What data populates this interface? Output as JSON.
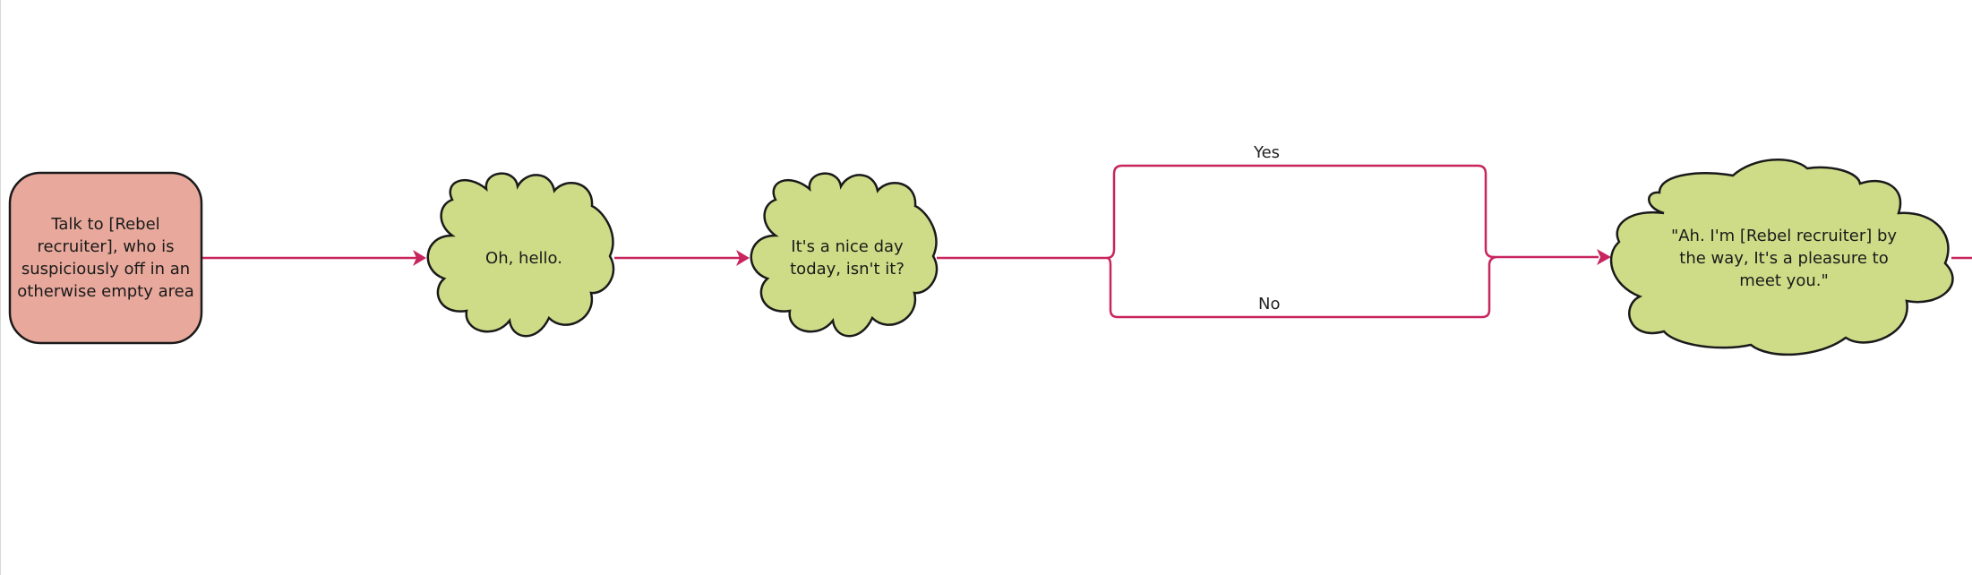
{
  "colors": {
    "start_fill": "#e8a99c",
    "cloud_fill": "#cfdc87",
    "outline": "#1a1a1a",
    "connector": "#c8255f",
    "text": "#1a1a1a"
  },
  "nodes": {
    "start": {
      "text": "Talk to [Rebel recruiter], who is suspiciously off in an otherwise empty area",
      "shape": "rounded-rectangle"
    },
    "greeting": {
      "text": "Oh, hello.",
      "shape": "cloud"
    },
    "nice_day": {
      "text": "It's a nice day today, isn't it?",
      "shape": "cloud"
    },
    "introduction": {
      "text": "\"Ah. I'm [Rebel recruiter] by the way, It's a pleasure to meet you.\"",
      "shape": "cloud"
    }
  },
  "edges": {
    "yes_label": "Yes",
    "no_label": "No"
  }
}
